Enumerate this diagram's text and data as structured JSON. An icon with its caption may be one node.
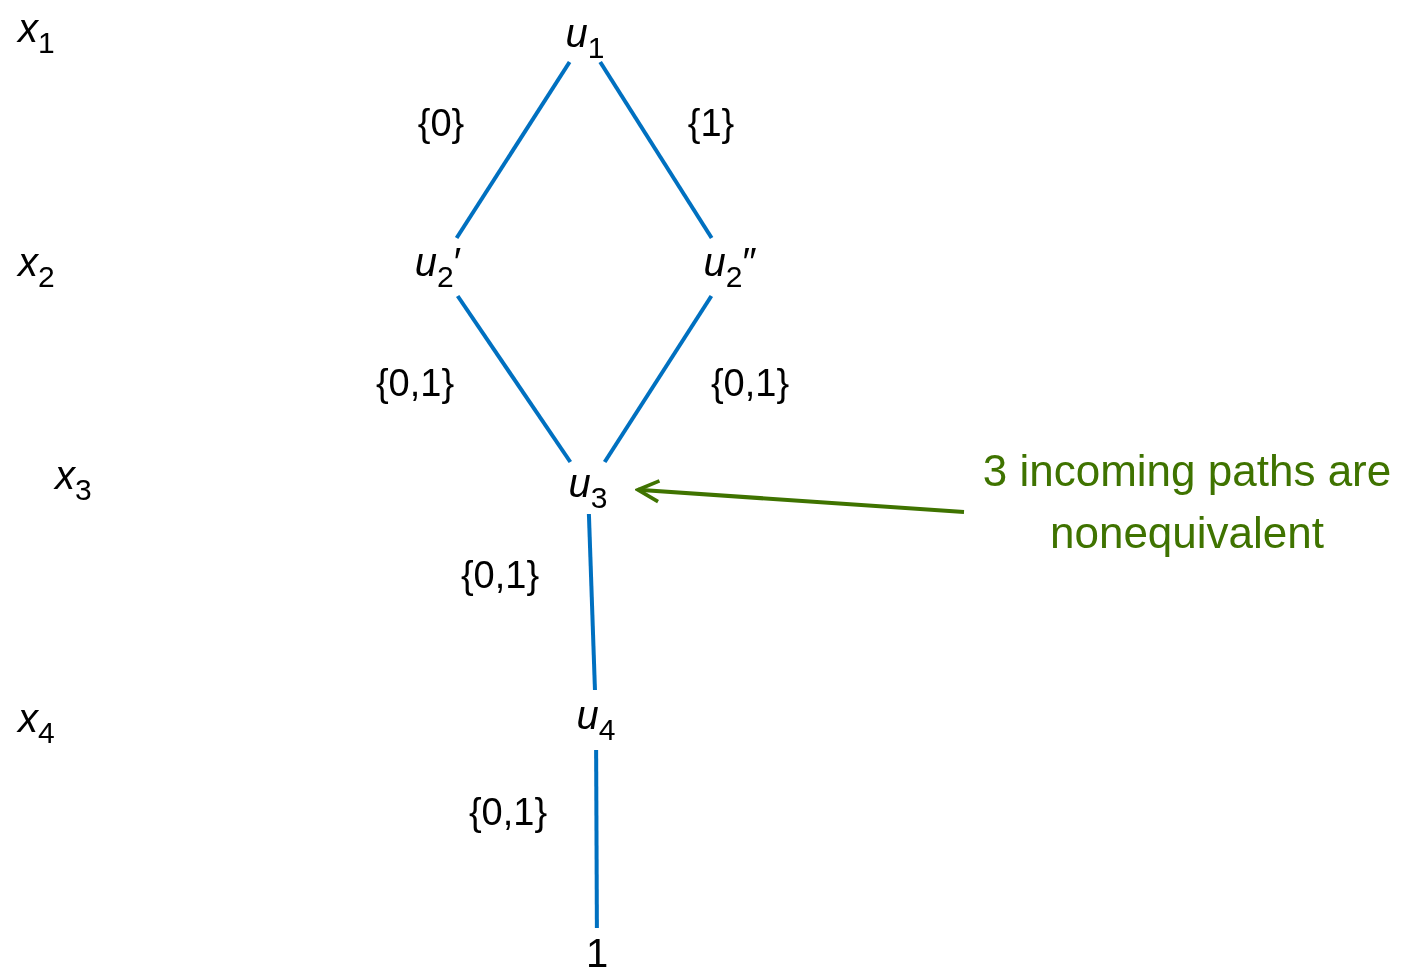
{
  "diagram": {
    "nodes": [
      {
        "text": [
          "*u*$_{1}$"
        ]
      },
      {
        "text": [
          "*u*$_{2}$′"
        ]
      },
      {
        "text": [
          "*u*$_{2}$″"
        ]
      },
      {
        "text": [
          "*u*$_{3}$"
        ]
      },
      {
        "text": [
          "*u*$_{4}$"
        ]
      },
      {
        "text": [
          "1"
        ]
      },
      {
        "text": [
          "3 incoming paths are nonequivalent"
        ]
      }
    ],
    "edges": [
      {
        "from": 0,
        "to": 1,
        "arrow": "none",
        "label": "{0}"
      },
      {
        "from": 0,
        "to": 2,
        "arrow": "none",
        "label": "{1}"
      },
      {
        "from": 1,
        "to": 3,
        "arrow": "none",
        "label": "{0,1}"
      },
      {
        "from": 2,
        "to": 3,
        "arrow": "none",
        "label": "{0,1}"
      },
      {
        "from": 3,
        "to": 4,
        "arrow": "none",
        "label": "{0,1}"
      },
      {
        "from": 4,
        "to": 5,
        "arrow": "none",
        "label": "{0,1}"
      },
      {
        "from": 6,
        "to": 3,
        "arrow": "to",
        "color": "#3f7300"
      }
    ],
    "labels": [
      "*x*$_{1}$",
      "*x*$_{2}$",
      "*x*$_{3}$",
      "*x*$_{4}$"
    ]
  }
}
